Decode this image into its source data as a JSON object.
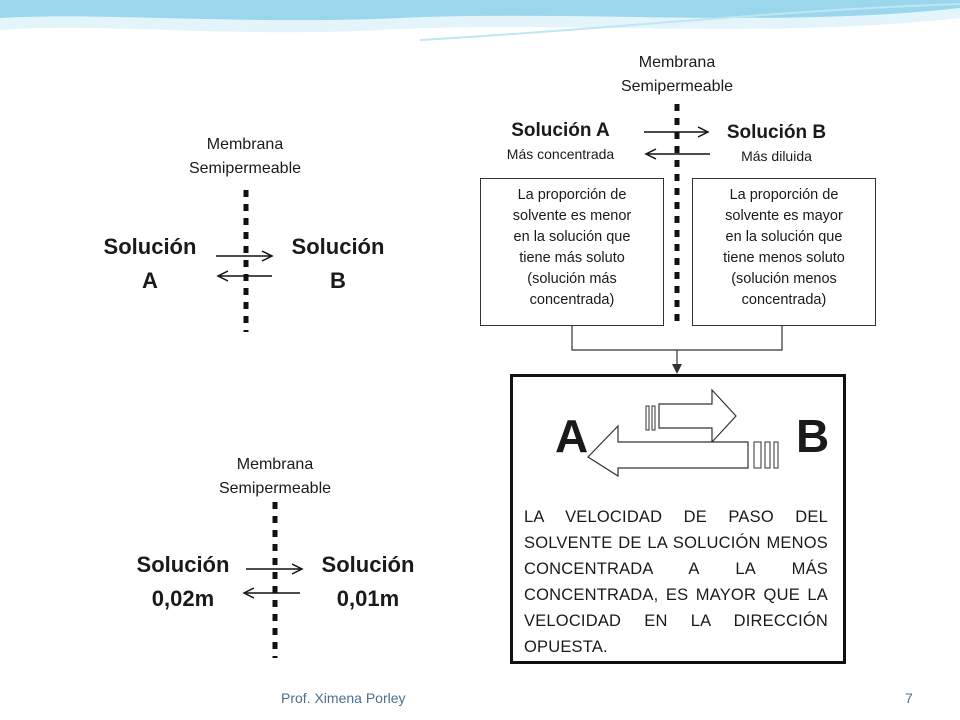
{
  "colors": {
    "header_wave_light": "#d6f0f8",
    "header_wave_blue": "#8fd0e8",
    "accent": "#4a6f8f"
  },
  "diagram_left": {
    "membrane_label_line1": "Membrana",
    "membrane_label_line2": "Semipermeable",
    "solution_a_line1": "Solución",
    "solution_a_line2": "A",
    "solution_b_line1": "Solución",
    "solution_b_line2": "B"
  },
  "diagram_bottom": {
    "membrane_label_line1": "Membrana",
    "membrane_label_line2": "Semipermeable",
    "solution_a_line1": "Solución",
    "solution_a_line2": "0,02m",
    "solution_b_line1": "Solución",
    "solution_b_line2": "0,01m"
  },
  "diagram_right": {
    "membrane_label_line1": "Membrana",
    "membrane_label_line2": "Semipermeable",
    "solution_a_title": "Solución A",
    "solution_a_sub": "Más concentrada",
    "solution_b_title": "Solución B",
    "solution_b_sub": "Más diluida",
    "box_a_lines": [
      "La proporción de",
      "solvente es menor",
      "en la solución que",
      "tiene más soluto",
      "(solución más",
      "concentrada)"
    ],
    "box_b_lines": [
      "La proporción de",
      "solvente es mayor",
      "en la solución que",
      "tiene menos soluto",
      "(solución menos",
      "concentrada)"
    ],
    "letter_a": "A",
    "letter_b": "B",
    "conclusion": "LA VELOCIDAD DE PASO DEL SOLVENTE DE LA SOLUCIÓN MENOS CONCENTRADA A LA MÁS CONCENTRADA, ES MAYOR QUE LA VELOCIDAD EN LA DIRECCIÓN OPUESTA."
  },
  "footer": {
    "author": "Prof. Ximena Porley",
    "page_number": "7"
  }
}
